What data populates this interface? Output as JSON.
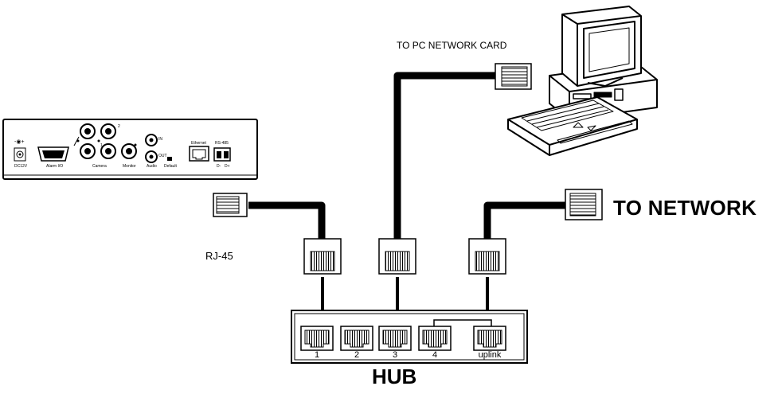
{
  "labels": {
    "pc_card": "TO PC NETWORK CARD",
    "network": "TO NETWORK",
    "rj45": "RJ-45",
    "hub": "HUB"
  },
  "hub_ports": [
    "1",
    "2",
    "3",
    "4",
    "uplink"
  ],
  "device_panel": {
    "dc": "DC12V",
    "alarm": "Alarm I/O",
    "camera": "Camera",
    "monitor": "Monitor",
    "audio": "Audio",
    "default": "Default",
    "ethernet": "Ethernet",
    "rs485": "RS-485",
    "in": "IN",
    "out": "OUT",
    "d_minus": "D-",
    "d_plus": "D+",
    "cam_num_1": "1",
    "cam_num_2": "2"
  }
}
